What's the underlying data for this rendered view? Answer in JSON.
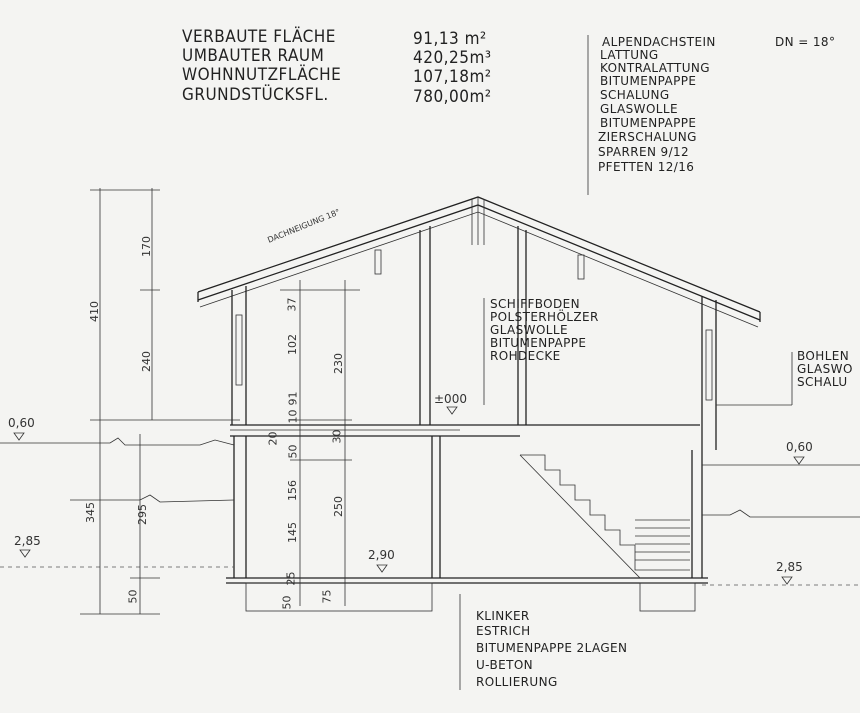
{
  "areas": [
    {
      "label": "VERBAUTE FLÄCHE",
      "value": "91,13 m²"
    },
    {
      "label": "UMBAUTER RAUM",
      "value": "420,25m³"
    },
    {
      "label": "WOHNNUTZFLÄCHE",
      "value": "107,18m²"
    },
    {
      "label": "GRUNDSTÜCKSFL.",
      "value": "780,00m²"
    }
  ],
  "roof_layers": [
    "ALPENDACHSTEIN",
    "LATTUNG",
    "KONTRALATTUNG",
    "BITUMENPAPPE",
    "SCHALUNG",
    "GLASWOLLE",
    "BITUMENPAPPE",
    "ZIERSCHALUNG",
    "SPARREN 9/12",
    "PFETTEN 12/16"
  ],
  "roof_pitch": "DN = 18°",
  "roof_slope_label": "DACHNEIGUNG 18°",
  "attic_floor_layers": [
    "SCHIFFBODEN",
    "POLSTERHÖLZER",
    "GLASWOLLE",
    "BITUMENPAPPE",
    "ROHDECKE"
  ],
  "wall_layers": [
    "BOHLEN",
    "GLASWO",
    "SCHALU"
  ],
  "floor_layers": [
    "KLINKER",
    "ESTRICH",
    "BITUMENPAPPE 2LAGEN",
    "U-BETON",
    "ROLLIERUNG"
  ],
  "dimensions": {
    "d170": "170",
    "d410": "410",
    "d240": "240",
    "d37": "37",
    "d102": "102",
    "d230": "230",
    "d91": "91",
    "d10": "10",
    "d30": "30",
    "d20": "20",
    "d50a": "50",
    "d345": "345",
    "d295": "295",
    "d156": "156",
    "d250": "250",
    "d145": "145",
    "d50b": "50",
    "d50c": "50",
    "d25": "25",
    "d75": "75"
  },
  "levels": {
    "left_060": "0,60",
    "zero": "±000",
    "right_060": "0,60",
    "left_285": "2,85",
    "mid_290": "2,90",
    "right_285": "2,85"
  }
}
